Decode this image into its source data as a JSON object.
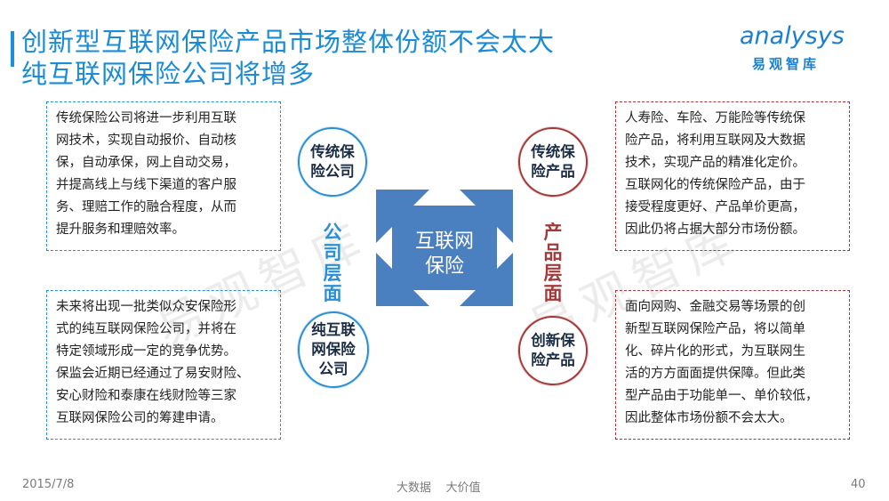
{
  "title": {
    "line1": "创新型互联网保险产品市场整体份额不会太大",
    "line2": "纯互联网保险公司将增多"
  },
  "logo": {
    "name": "analysys",
    "subtitle": "易观智库"
  },
  "watermark": {
    "left": "易观智库",
    "right": "易观智库"
  },
  "center": {
    "line1": "互联网",
    "line2": "保险"
  },
  "circles": {
    "top_left": {
      "line1": "传统保",
      "line2": "险公司"
    },
    "top_right": {
      "line1": "传统保",
      "line2": "险产品"
    },
    "bottom_left": {
      "line1": "纯互联",
      "line2": "网保险",
      "line3": "公司"
    },
    "bottom_right": {
      "line1": "创新保",
      "line2": "险产品"
    }
  },
  "vertical_labels": {
    "left": [
      "公",
      "司",
      "层",
      "面"
    ],
    "right": [
      "产",
      "品",
      "层",
      "面"
    ]
  },
  "boxes": {
    "top_left": [
      "传统保险公司将进一步利用互联",
      "网技术，实现自动报价、自动核",
      "保，自动承保，网上自动交易，",
      "并提高线上与线下渠道的客户服",
      "务、理赔工作的融合程度，从而",
      "提升服务和理赔效率。"
    ],
    "bottom_left": [
      "未来将出现一批类似众安保险形",
      "式的纯互联网保险公司，并将在",
      "特定领域形成一定的竞争优势。",
      "保监会近期已经通过了易安财险、",
      "安心财险和泰康在线财险等三家",
      "互联网保险公司的筹建申请。"
    ],
    "top_right": [
      "人寿险、车险、万能险等传统保",
      "险产品，将利用互联网及大数据",
      "技术，实现产品的精准化定价。",
      "互联网化的传统保险产品，由于",
      "接受程度更好、产品单价更高，",
      "因此仍将占据大部分市场份额。"
    ],
    "bottom_right": [
      "面向网购、金融交易等场景的创",
      "新型互联网保险产品，将以简单",
      "化、碎片化的形式，为互联网生",
      "活的方方面面提供保障。但此类",
      "型产品由于功能单一、单价较低，",
      "因此整体市场份额不会太大。"
    ]
  },
  "footer": {
    "date": "2015/7/8",
    "slogan": "大数据    大价值",
    "page": "40"
  },
  "colors": {
    "accent_blue": "#2a8fd4",
    "accent_red": "#a33a3a",
    "center_blue": "#4a7fc0",
    "title_blue": "#1a8bd4"
  }
}
